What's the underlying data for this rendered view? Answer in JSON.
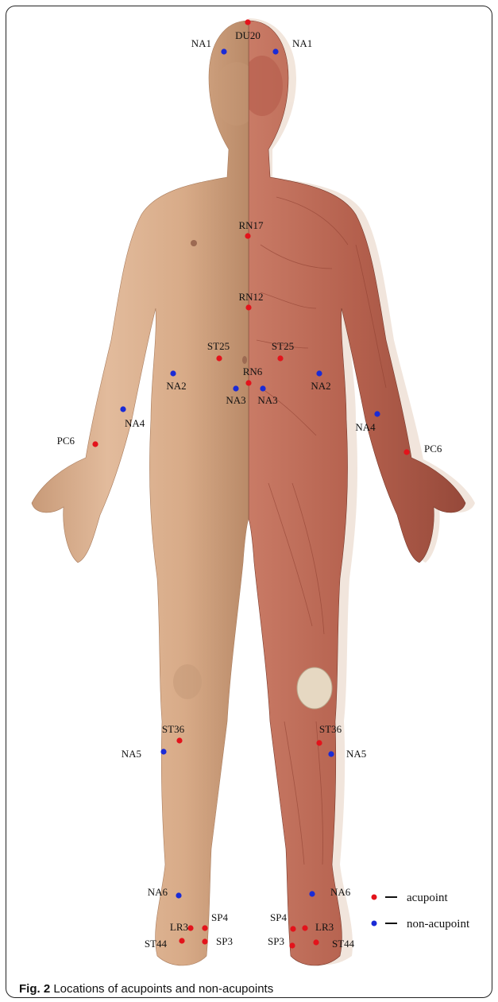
{
  "figure": {
    "caption_label": "Fig. 2",
    "caption_text": "Locations of acupoints and non-acupoints",
    "colors": {
      "acupoint": "#e3131b",
      "non_acupoint": "#1a2bd6",
      "skin": "#d6ad8c",
      "muscle": "#b5614f"
    },
    "legend": [
      {
        "key": "acupoint",
        "label": "acupoint"
      },
      {
        "key": "non_acupoint",
        "label": "non-acupoint"
      }
    ],
    "points": [
      {
        "id": "du20",
        "label": "DU20",
        "type": "acupoint"
      },
      {
        "id": "na1-l",
        "label": "NA1",
        "type": "non_acupoint"
      },
      {
        "id": "na1-r",
        "label": "NA1",
        "type": "non_acupoint"
      },
      {
        "id": "rn17",
        "label": "RN17",
        "type": "acupoint"
      },
      {
        "id": "rn12",
        "label": "RN12",
        "type": "acupoint"
      },
      {
        "id": "st25-l",
        "label": "ST25",
        "type": "acupoint"
      },
      {
        "id": "st25-r",
        "label": "ST25",
        "type": "acupoint"
      },
      {
        "id": "rn6",
        "label": "RN6",
        "type": "acupoint"
      },
      {
        "id": "na2-l",
        "label": "NA2",
        "type": "non_acupoint"
      },
      {
        "id": "na2-r",
        "label": "NA2",
        "type": "non_acupoint"
      },
      {
        "id": "na3-l",
        "label": "NA3",
        "type": "non_acupoint"
      },
      {
        "id": "na3-r",
        "label": "NA3",
        "type": "non_acupoint"
      },
      {
        "id": "na4-l",
        "label": "NA4",
        "type": "non_acupoint"
      },
      {
        "id": "na4-r",
        "label": "NA4",
        "type": "non_acupoint"
      },
      {
        "id": "pc6-l",
        "label": "PC6",
        "type": "acupoint"
      },
      {
        "id": "pc6-r",
        "label": "PC6",
        "type": "acupoint"
      },
      {
        "id": "st36-l",
        "label": "ST36",
        "type": "acupoint"
      },
      {
        "id": "st36-r",
        "label": "ST36",
        "type": "acupoint"
      },
      {
        "id": "na5-l",
        "label": "NA5",
        "type": "non_acupoint"
      },
      {
        "id": "na5-r",
        "label": "NA5",
        "type": "non_acupoint"
      },
      {
        "id": "na6-l",
        "label": "NA6",
        "type": "non_acupoint"
      },
      {
        "id": "na6-r",
        "label": "NA6",
        "type": "non_acupoint"
      },
      {
        "id": "lr3-l",
        "label": "LR3",
        "type": "acupoint"
      },
      {
        "id": "lr3-r",
        "label": "LR3",
        "type": "acupoint"
      },
      {
        "id": "sp4-l",
        "label": "SP4",
        "type": "acupoint"
      },
      {
        "id": "sp4-r",
        "label": "SP4",
        "type": "acupoint"
      },
      {
        "id": "st44-l",
        "label": "ST44",
        "type": "acupoint"
      },
      {
        "id": "st44-r",
        "label": "ST44",
        "type": "acupoint"
      },
      {
        "id": "sp3-l",
        "label": "SP3",
        "type": "acupoint"
      },
      {
        "id": "sp3-r",
        "label": "SP3",
        "type": "acupoint"
      }
    ]
  }
}
